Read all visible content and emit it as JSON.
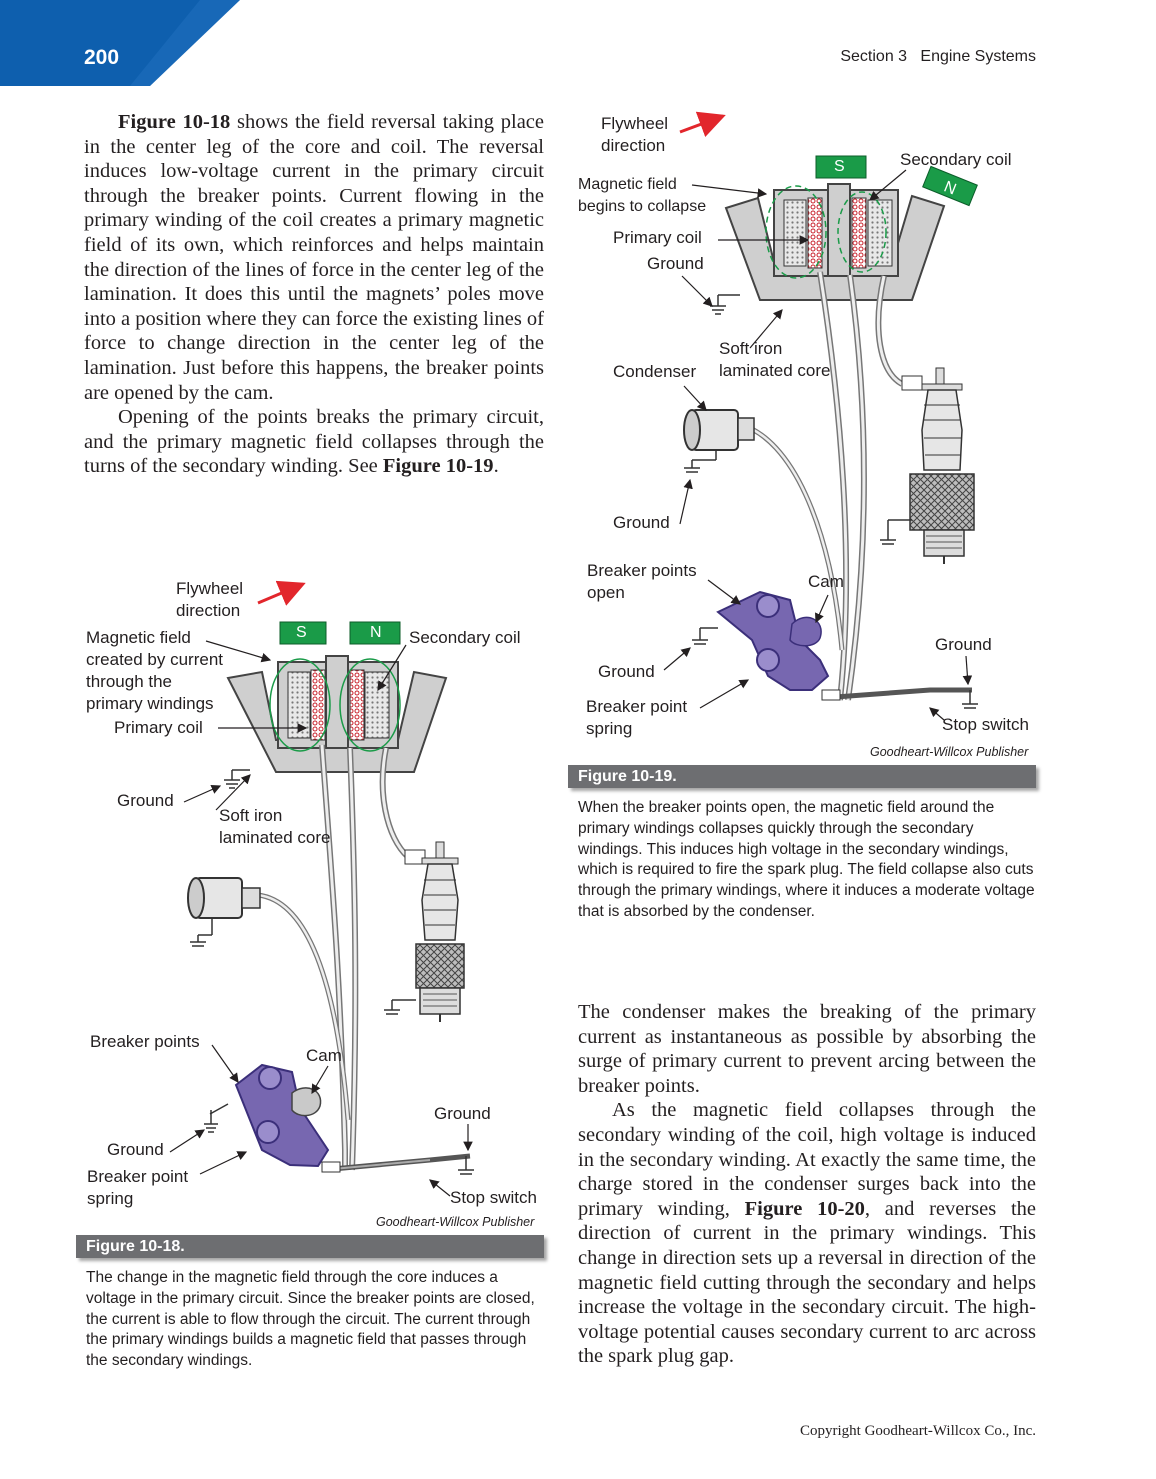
{
  "header": {
    "page_number": "200",
    "section": "Section 3   Engine Systems"
  },
  "left_text": {
    "p1_lead": "Figure 10-18",
    "p1_rest": " shows the field reversal taking place in the center leg of the core and coil. The reversal induces low-voltage current in the primary circuit through the breaker points. Current flowing in the primary winding of the coil creates a primary magnetic field of its own, which reinforces and helps maintain the direction of the lines of force in the center leg of the lamination. It does this until the magnets’ poles move into a position where they can force the existing lines of force to change direction in the center leg of the lamination. Just before this happens, the breaker points are opened by the cam.",
    "p2_text": "Opening of the points breaks the primary circuit, and the primary magnetic field collapses through the turns of the secondary winding. See ",
    "p2_ref": "Figure 10-19",
    "p2_end": "."
  },
  "figure_10_18": {
    "labels": {
      "flywheel": "Flywheel\ndirection",
      "magnetic_field": "Magnetic field\ncreated by current\nthrough the\nprimary windings",
      "primary_coil": "Primary coil",
      "secondary_coil": "Secondary coil",
      "ground1": "Ground",
      "soft_iron": "Soft iron\nlaminated core",
      "breaker_points": "Breaker points",
      "cam": "Cam",
      "ground2": "Ground",
      "ground3": "Ground",
      "breaker_spring": "Breaker point\nspring",
      "stop_switch": "Stop switch",
      "magnet_s": "S",
      "magnet_n": "N"
    },
    "credit": "Goodheart-Willcox Publisher",
    "title": "Figure 10-18.",
    "caption": "The change in the magnetic field through the core induces a voltage in the primary circuit. Since the breaker points are closed, the current is able to flow through the circuit. The current through the primary windings builds a magnetic field that passes through the secondary windings."
  },
  "figure_10_19": {
    "labels": {
      "flywheel": "Flywheel\ndirection",
      "magnetic_field": "Magnetic field\nbegins to collapse",
      "primary_coil": "Primary coil",
      "ground1": "Ground",
      "secondary_coil": "Secondary coil",
      "soft_iron": "Soft iron\nlaminated core",
      "condenser": "Condenser",
      "ground2": "Ground",
      "breaker_points": "Breaker points\nopen",
      "cam": "Cam",
      "ground3": "Ground",
      "ground4": "Ground",
      "breaker_spring": "Breaker point\nspring",
      "stop_switch": "Stop switch",
      "magnet_s": "S",
      "magnet_n": "N"
    },
    "credit": "Goodheart-Willcox Publisher",
    "title": "Figure 10-19.",
    "caption": "When the breaker points open, the magnetic field around the primary windings collapses quickly through the secondary windings. This induces high voltage in the secondary windings, which is required to fire the spark plug. The field collapse also cuts through the primary windings, where it induces a moderate voltage that is absorbed by the condenser."
  },
  "right_text": {
    "p1": "The condenser makes the breaking of the primary current as instantaneous as possible by absorbing the surge of primary current to prevent arcing between the breaker points.",
    "p2_text": "As the magnetic field collapses through the secondary winding of the coil, high voltage is induced in the secondary winding. At exactly the same time, the charge stored in the condenser surges back into the primary winding, ",
    "p2_ref": "Figure 10-20",
    "p2_end": ", and reverses the direction of current in the primary windings. This change in direction sets up a reversal in direction of the magnetic field cutting through the secondary and helps increase the voltage in the secondary circuit. The high-voltage potential causes secondary current to arc across the spark plug gap."
  },
  "footer": {
    "copyright": "Copyright Goodheart-Willcox Co., Inc."
  },
  "colors": {
    "corner_blue": "#0e5fae",
    "magnet_green": "#1a9b48",
    "points_purple": "#7767b0",
    "arrow_red": "#e2262c",
    "caption_bar": "#6d6e71",
    "core_gray": "#c9c9c9"
  }
}
